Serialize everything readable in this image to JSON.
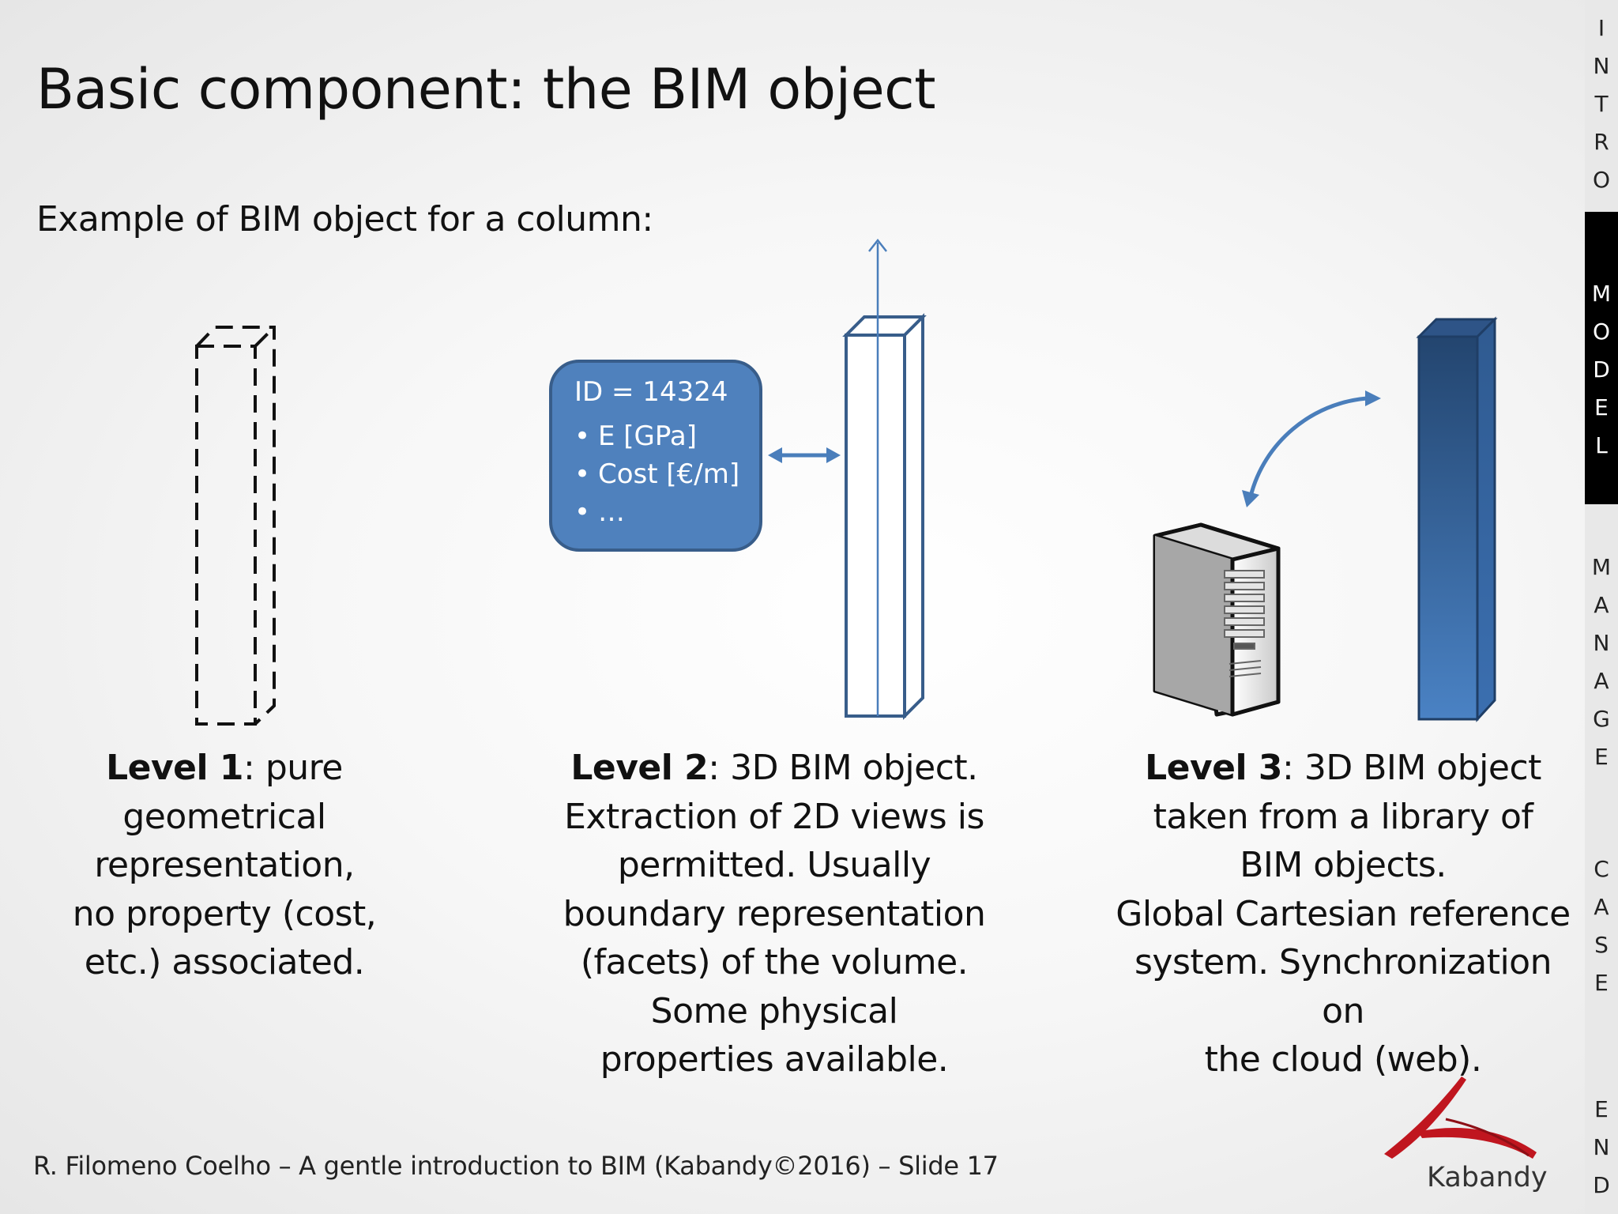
{
  "slide": {
    "title": "Basic component: the BIM object",
    "subtitle": "Example of BIM object for a column:",
    "footer": "R. Filomeno Coelho – A gentle introduction to BIM (Kabandy©2016) – Slide 17"
  },
  "id_box": {
    "id_line": "ID = 14324",
    "items": [
      "E [GPa]",
      "Cost [€/m]",
      "…"
    ]
  },
  "levels": [
    {
      "bold": "Level 1",
      "lines": [
        ": pure",
        "geometrical",
        "representation,",
        "no property (cost,",
        "etc.) associated."
      ]
    },
    {
      "bold": "Level 2",
      "lines": [
        ": 3D BIM object.",
        "Extraction of 2D views is",
        "permitted. Usually",
        "boundary representation",
        "(facets) of the volume.",
        "Some physical",
        "properties available."
      ]
    },
    {
      "bold": "Level 3",
      "lines": [
        ": 3D BIM object",
        "taken from a library of",
        "BIM objects.",
        "Global Cartesian reference",
        "system. Synchronization on",
        "the cloud (web)."
      ]
    }
  ],
  "navigation": {
    "sections": [
      {
        "label": "INTRO",
        "active": false
      },
      {
        "label": "MODEL",
        "active": true
      },
      {
        "label": "MANAGE",
        "active": false
      },
      {
        "label": "CASE",
        "active": false
      },
      {
        "label": "END",
        "active": false
      }
    ]
  },
  "logo": {
    "text": "Kabandy",
    "color": "#c0161f"
  },
  "colors": {
    "box_fill": "#4f81bd",
    "box_border": "#385d8a",
    "arrow": "#4a7ebb",
    "column_dark": "#2e5487"
  }
}
